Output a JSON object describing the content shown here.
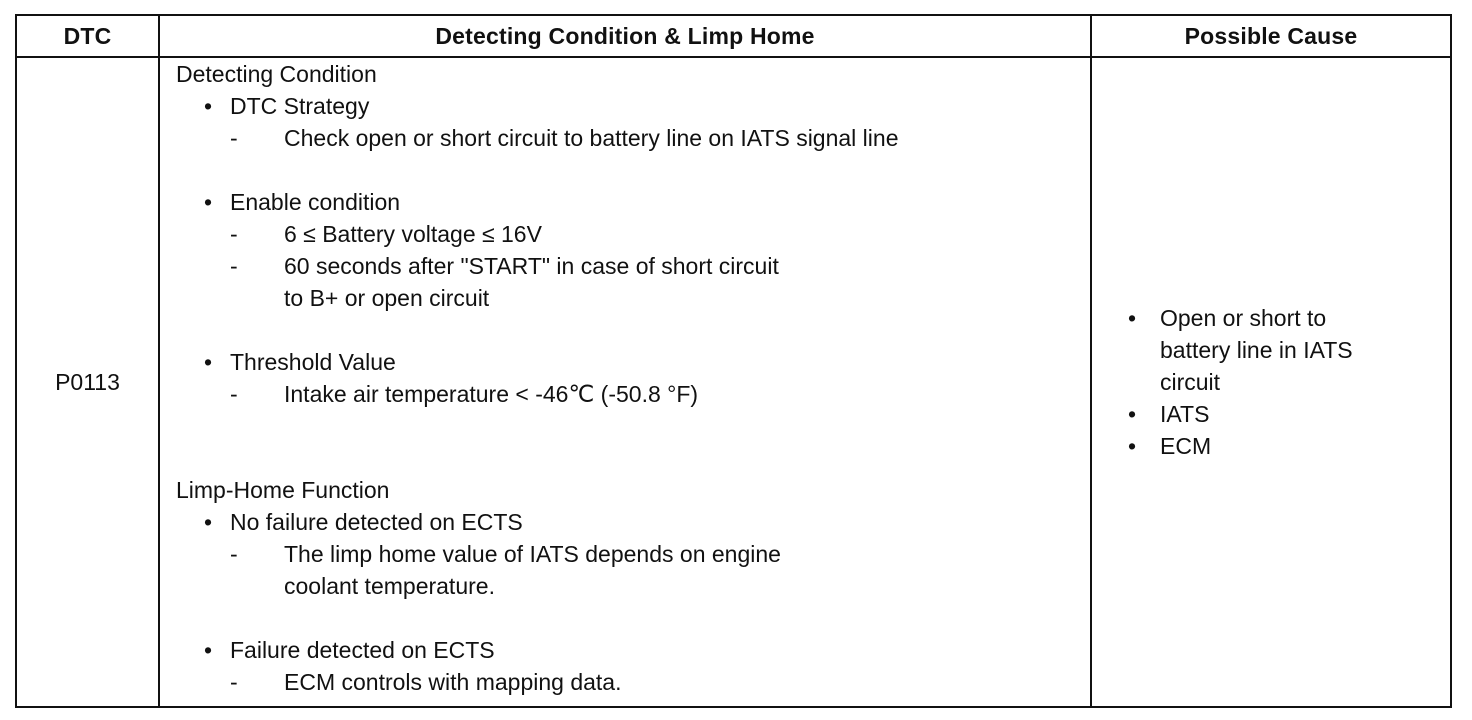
{
  "table": {
    "headers": [
      "DTC",
      "Detecting Condition & Limp Home",
      "Possible Cause"
    ],
    "dtc": "P0113",
    "detecting_condition": {
      "title": "Detecting Condition",
      "dtc_strategy": {
        "label": "DTC Strategy",
        "items": [
          "Check open or short circuit to battery line on IATS signal line"
        ]
      },
      "enable_condition": {
        "label": "Enable condition",
        "items": [
          "6 ≤ Battery voltage ≤ 16V",
          "60 seconds after \"START\" in case of short circuit",
          "to B+ or open circuit"
        ]
      },
      "threshold_value": {
        "label": "Threshold Value",
        "items": [
          "Intake air temperature < -46℃ (-50.8 °F)"
        ]
      }
    },
    "limp_home": {
      "title": "Limp-Home Function",
      "no_failure": {
        "label": "No failure detected on ECTS",
        "items": [
          "The limp home value of IATS depends on engine",
          "coolant temperature."
        ]
      },
      "failure": {
        "label": "Failure detected on ECTS",
        "items": [
          "ECM controls with mapping data."
        ]
      }
    },
    "possible_causes": [
      [
        "Open or short to",
        "battery line in IATS",
        "circuit"
      ],
      [
        "IATS"
      ],
      [
        "ECM"
      ]
    ],
    "bullet_symbol": "•",
    "dash_symbol": "-"
  }
}
